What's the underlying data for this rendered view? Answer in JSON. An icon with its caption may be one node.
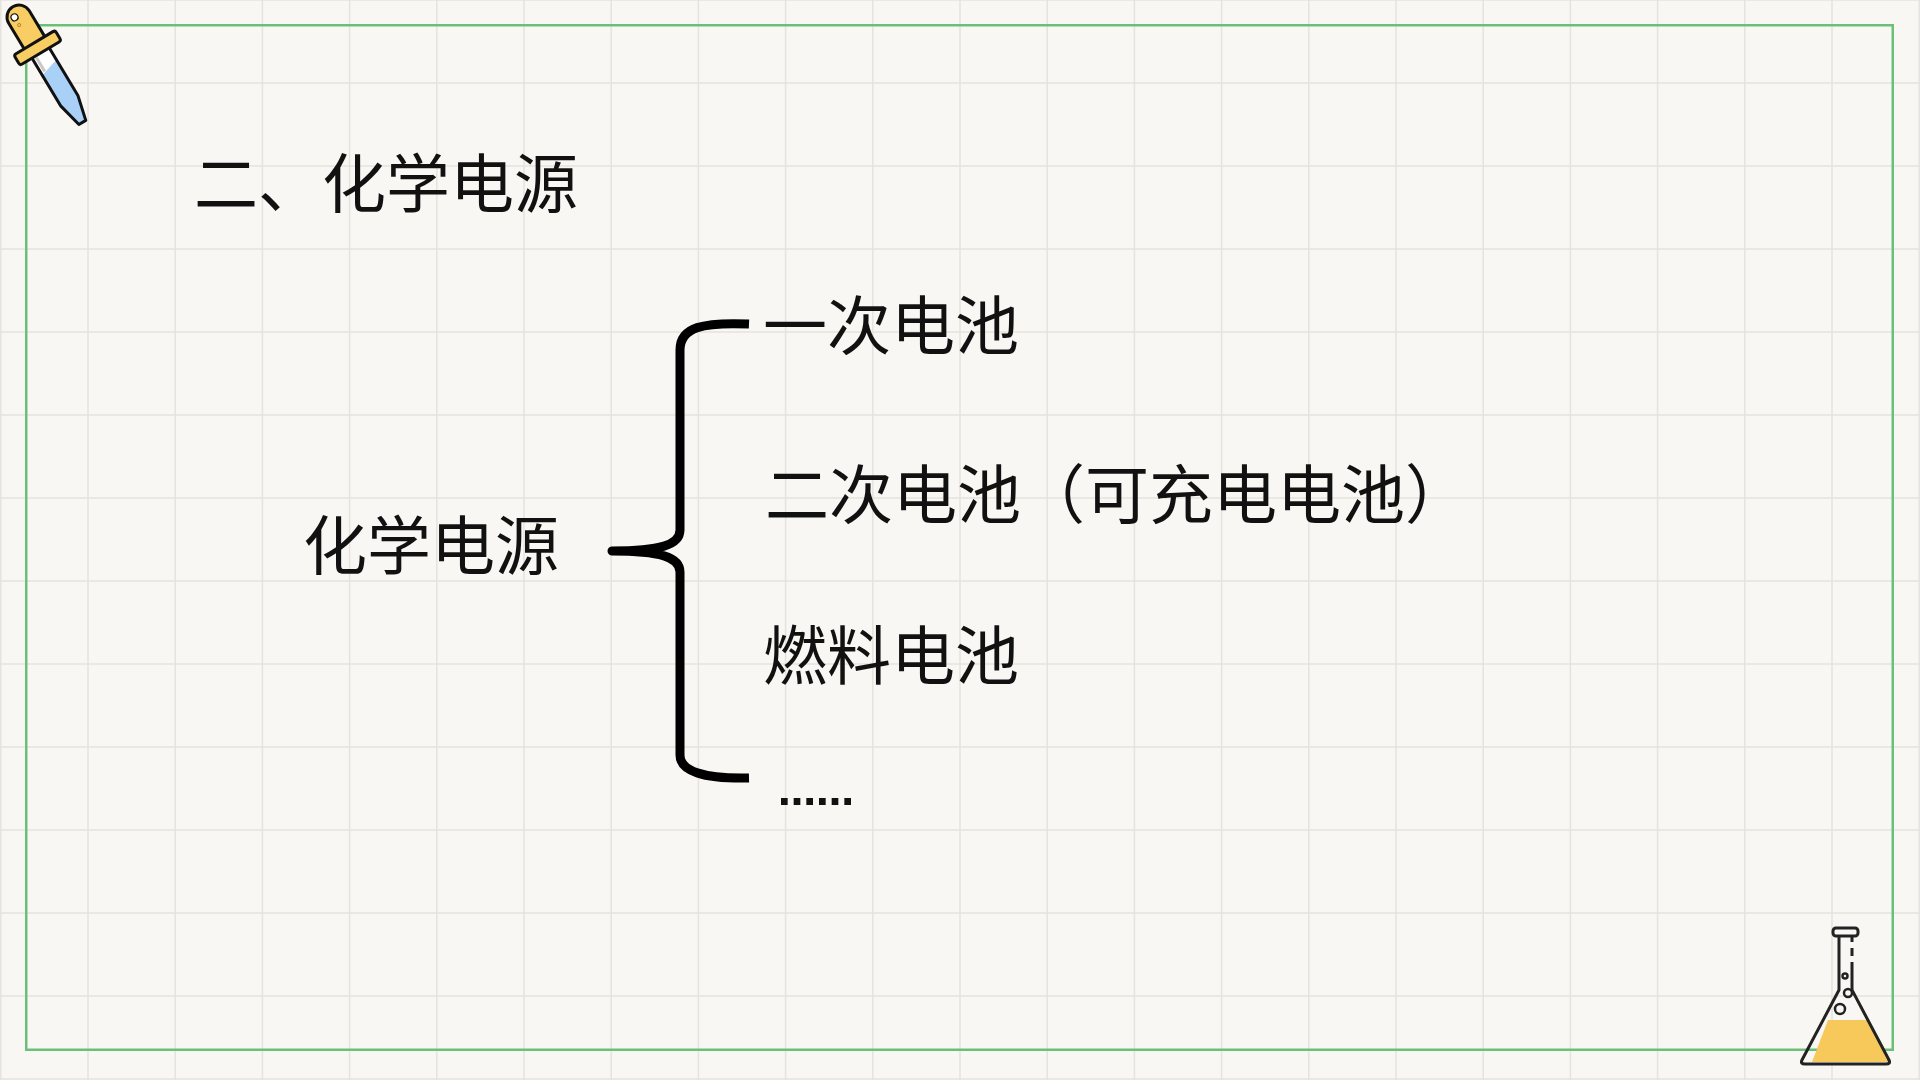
{
  "diagram": {
    "title": "二、化学电源",
    "labels": [
      "化学电源",
      "一次电池",
      "二次电池（可充电电池）",
      "燃料电池",
      "……"
    ]
  }
}
